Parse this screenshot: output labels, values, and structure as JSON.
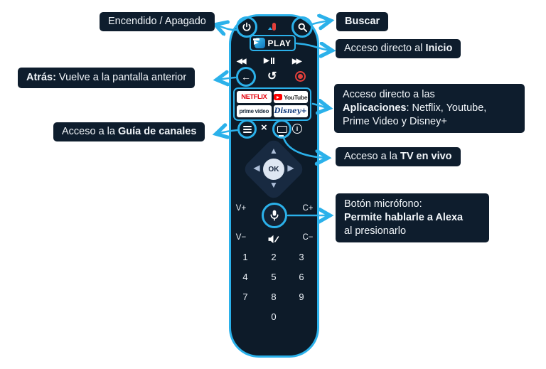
{
  "colors": {
    "accent": "#2BB1EA",
    "panel_bg": "#0E1D2D",
    "remote_body": "#0D1B29",
    "record_red": "#E2403B",
    "netflix_red": "#E50914",
    "youtube_red": "#FF0000",
    "disney_blue": "#123B7D",
    "dpad_fill": "#182A41",
    "ok_fill": "#DDE6F2"
  },
  "callouts": {
    "power": {
      "text": "Encendido / Apagado"
    },
    "search": {
      "text": "Buscar"
    },
    "home": {
      "pre": "Acceso directo al ",
      "bold": "Inicio"
    },
    "back": {
      "bold": "Atrás:",
      "post": " Vuelve a la pantalla anterior"
    },
    "apps": {
      "line1": "Acceso directo a las",
      "line2_bold": "Aplicaciones",
      "line2_post": ": Netflix, Youtube,",
      "line3": "Prime Video y Disney+"
    },
    "guide": {
      "pre": "Acceso a la ",
      "bold": "Guía de canales"
    },
    "live_tv": {
      "pre": "Acceso a la ",
      "bold": "TV en vivo"
    },
    "mic": {
      "line1": "Botón micrófono:",
      "line2_bold": "Permite hablarle a Alexa",
      "line3": "al presionarlo"
    }
  },
  "remote": {
    "logo_text": "PLAY",
    "glyphs": {
      "rewind": "◀◀",
      "play": "▶",
      "forward": "▶▶",
      "back": "←",
      "replay": "↺",
      "close": "×",
      "info": "i",
      "up": "▲",
      "down": "▼",
      "left": "◀",
      "right": "▶"
    },
    "apps": {
      "netflix": "NETFLIX",
      "youtube": "YouTube",
      "prime": "prime video",
      "disney": "Disney+"
    },
    "ok": "OK",
    "volume": {
      "v_plus": "V+",
      "c_plus": "C+",
      "v_minus": "V−",
      "c_minus": "C−"
    },
    "digits": [
      "1",
      "2",
      "3",
      "4",
      "5",
      "6",
      "7",
      "8",
      "9",
      "0"
    ]
  }
}
